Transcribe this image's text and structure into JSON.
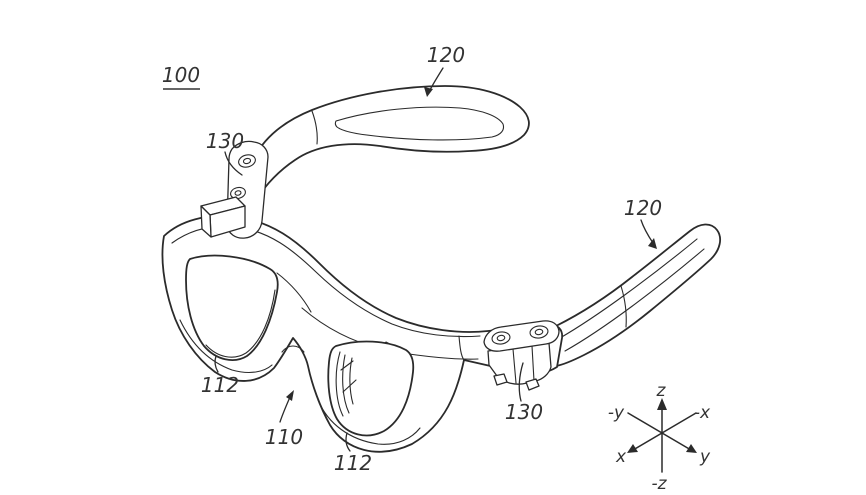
{
  "figure": {
    "background_color": "#ffffff",
    "line_color": "#2b2b2b",
    "reference_labels": {
      "assembly": "100",
      "temple_left": "120",
      "temple_right": "120",
      "hinge_left": "130",
      "hinge_right": "130",
      "frame": "110",
      "lens_left": "112",
      "lens_right": "112"
    },
    "axis_labels": {
      "z_pos": "z",
      "z_neg": "-z",
      "y_neg": "-y",
      "x_neg": "-x",
      "x_pos": "x",
      "y_pos": "y"
    }
  }
}
